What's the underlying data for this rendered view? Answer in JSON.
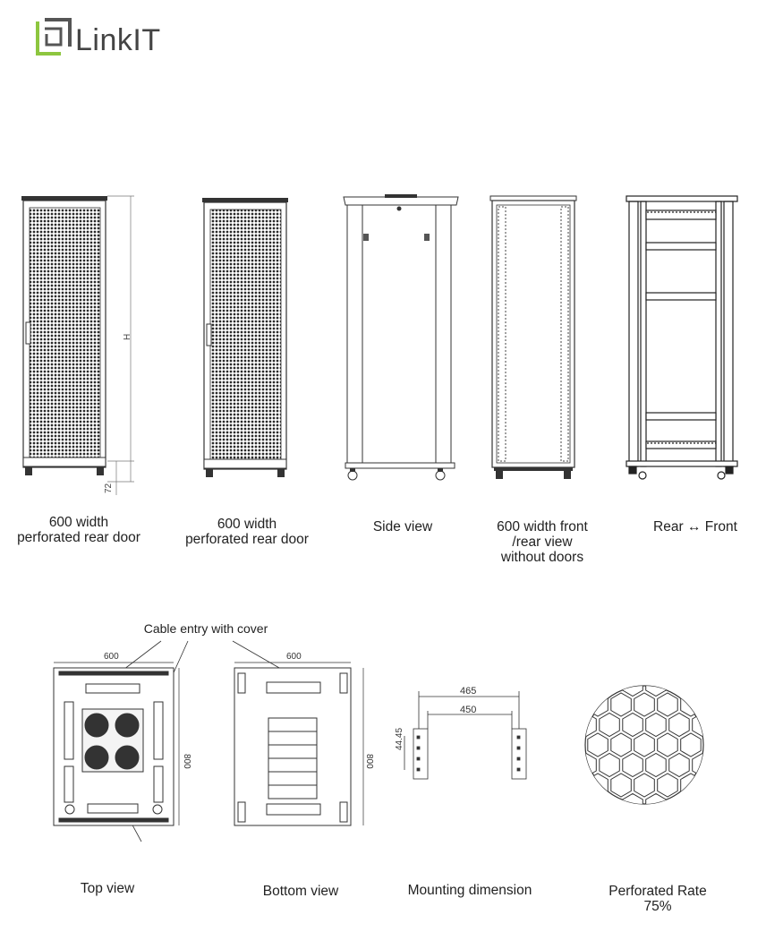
{
  "brand": {
    "name": "LinkIT",
    "accent": "#8dc63f",
    "frame": "#555555"
  },
  "front_views": {
    "dim_h": "H",
    "dim_72": "72",
    "captions": [
      [
        "600 width",
        "perforated rear door"
      ],
      [
        "600 width",
        "perforated rear door"
      ],
      [
        "Side view"
      ],
      [
        "600 width front",
        "/rear view",
        "without doors"
      ],
      [
        "Rear ↔ Front"
      ]
    ]
  },
  "plan_views": {
    "cable_entry_label": "Cable entry with cover",
    "top": {
      "width": "600",
      "depth": "800",
      "caption": "Top view"
    },
    "bottom": {
      "width": "600",
      "depth": "800",
      "caption": "Bottom view"
    }
  },
  "mounting": {
    "outer": "465",
    "inner": "450",
    "vertical": "44.45",
    "caption": "Mounting dimension"
  },
  "perforation": {
    "caption_line1": "Perforated Rate",
    "caption_line2": "75%"
  }
}
